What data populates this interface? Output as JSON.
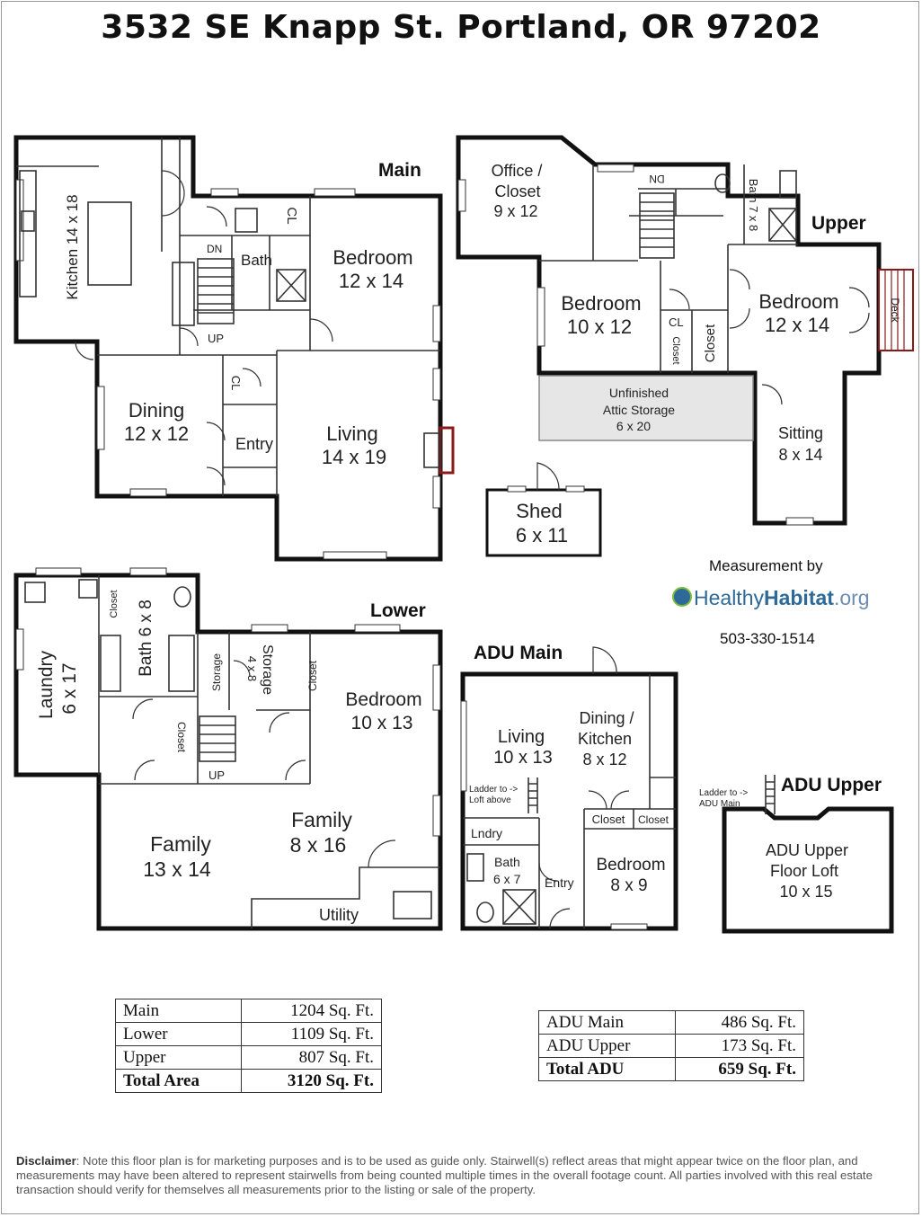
{
  "title": "3532 SE Knapp St. Portland, OR 97202",
  "floors": {
    "main": "Main",
    "upper": "Upper",
    "lower": "Lower",
    "adu_main": "ADU Main",
    "adu_upper": "ADU Upper"
  },
  "colors": {
    "main": "#fafad8",
    "upper": "#f7cbb7",
    "lower": "#b8b884",
    "adu_main": "#ebe9dc",
    "adu_upper": "#d8ecd9",
    "shed": "#c8a488",
    "attic": "#e6e6e6",
    "deck": "#8a1a1a"
  },
  "rooms": {
    "kitchen": "Kitchen 14 x 18",
    "main_bath": "Bath",
    "main_cl": "CL",
    "main_dn": "DN",
    "main_up": "UP",
    "main_bedroom_name": "Bedroom",
    "main_bedroom_size": "12 x 14",
    "dining_name": "Dining",
    "dining_size": "12 x 12",
    "entry_cl": "CL",
    "entry": "Entry",
    "living_name": "Living",
    "living_size": "14 x 19",
    "office_name1": "Office /",
    "office_name2": "Closet",
    "office_size": "9 x 12",
    "upper_dn": "DN",
    "upper_bath": "Bath 7 x 8",
    "upper_bed1_name": "Bedroom",
    "upper_bed1_size": "10 x 12",
    "upper_cl": "CL",
    "upper_closet1": "Closet",
    "upper_closet2": "Closet",
    "upper_bed2_name": "Bedroom",
    "upper_bed2_size": "12 x 14",
    "deck": "Deck",
    "attic1": "Unfinished",
    "attic2": "Attic Storage",
    "attic3": "6 x 20",
    "sitting_name": "Sitting",
    "sitting_size": "8 x 14",
    "shed_name": "Shed",
    "shed_size": "6 x 11",
    "laundry": "Laundry",
    "laundry_size": "6 x 17",
    "lower_closet1": "Closet",
    "lower_bath": "Bath 6 x 8",
    "lower_storage1": "Storage",
    "lower_storage2": "Storage",
    "lower_storage2_size": "4 x 8",
    "lower_closet2": "Closet",
    "lower_closet3": "Closet",
    "lower_bedroom_name": "Bedroom",
    "lower_bedroom_size": "10 x 13",
    "lower_up": "UP",
    "family1_name": "Family",
    "family1_size": "13 x 14",
    "family2_name": "Family",
    "family2_size": "8 x 16",
    "utility": "Utility",
    "adu_living_name": "Living",
    "adu_living_size": "10 x 13",
    "adu_dk1": "Dining /",
    "adu_dk2": "Kitchen",
    "adu_dk_size": "8 x 12",
    "adu_ladder1": "Ladder to ->",
    "adu_ladder2": "Loft above",
    "adu_closet1": "Closet",
    "adu_closet2": "Closet",
    "adu_lndry": "Lndry",
    "adu_bath": "Bath",
    "adu_bath_size": "6 x 7",
    "adu_entry": "Entry",
    "adu_bedroom_name": "Bedroom",
    "adu_bedroom_size": "8 x 9",
    "aduu_ladder1": "Ladder to ->",
    "aduu_ladder2": "ADU Main",
    "aduu_name1": "ADU Upper",
    "aduu_name2": "Floor Loft",
    "aduu_size": "10 x 15"
  },
  "measurement": {
    "by": "Measurement by",
    "logo_a": "Healthy",
    "logo_b": "Habitat",
    "logo_c": ".org",
    "phone": "503-330-1514"
  },
  "area_table_1": [
    {
      "label": "Main",
      "value": "1204 Sq. Ft."
    },
    {
      "label": "Lower",
      "value": "1109 Sq. Ft."
    },
    {
      "label": "Upper",
      "value": "807 Sq. Ft."
    },
    {
      "label": "Total Area",
      "value": "3120 Sq. Ft."
    }
  ],
  "area_table_2": [
    {
      "label": "ADU Main",
      "value": "486 Sq. Ft."
    },
    {
      "label": "ADU Upper",
      "value": "173 Sq. Ft."
    },
    {
      "label": "Total ADU",
      "value": "659 Sq. Ft."
    }
  ],
  "disclaimer": {
    "label": "Disclaimer",
    "text": ": Note this floor plan is for marketing purposes and is to be used as guide only.  Stairwell(s) reflect areas that might appear twice on the floor plan, and measurements may have been altered to represent stairwells from being counted multiple times in the overall footage count.  All parties involved with this real estate transaction should verify for themselves all measurements prior to the listing or sale of the property."
  }
}
